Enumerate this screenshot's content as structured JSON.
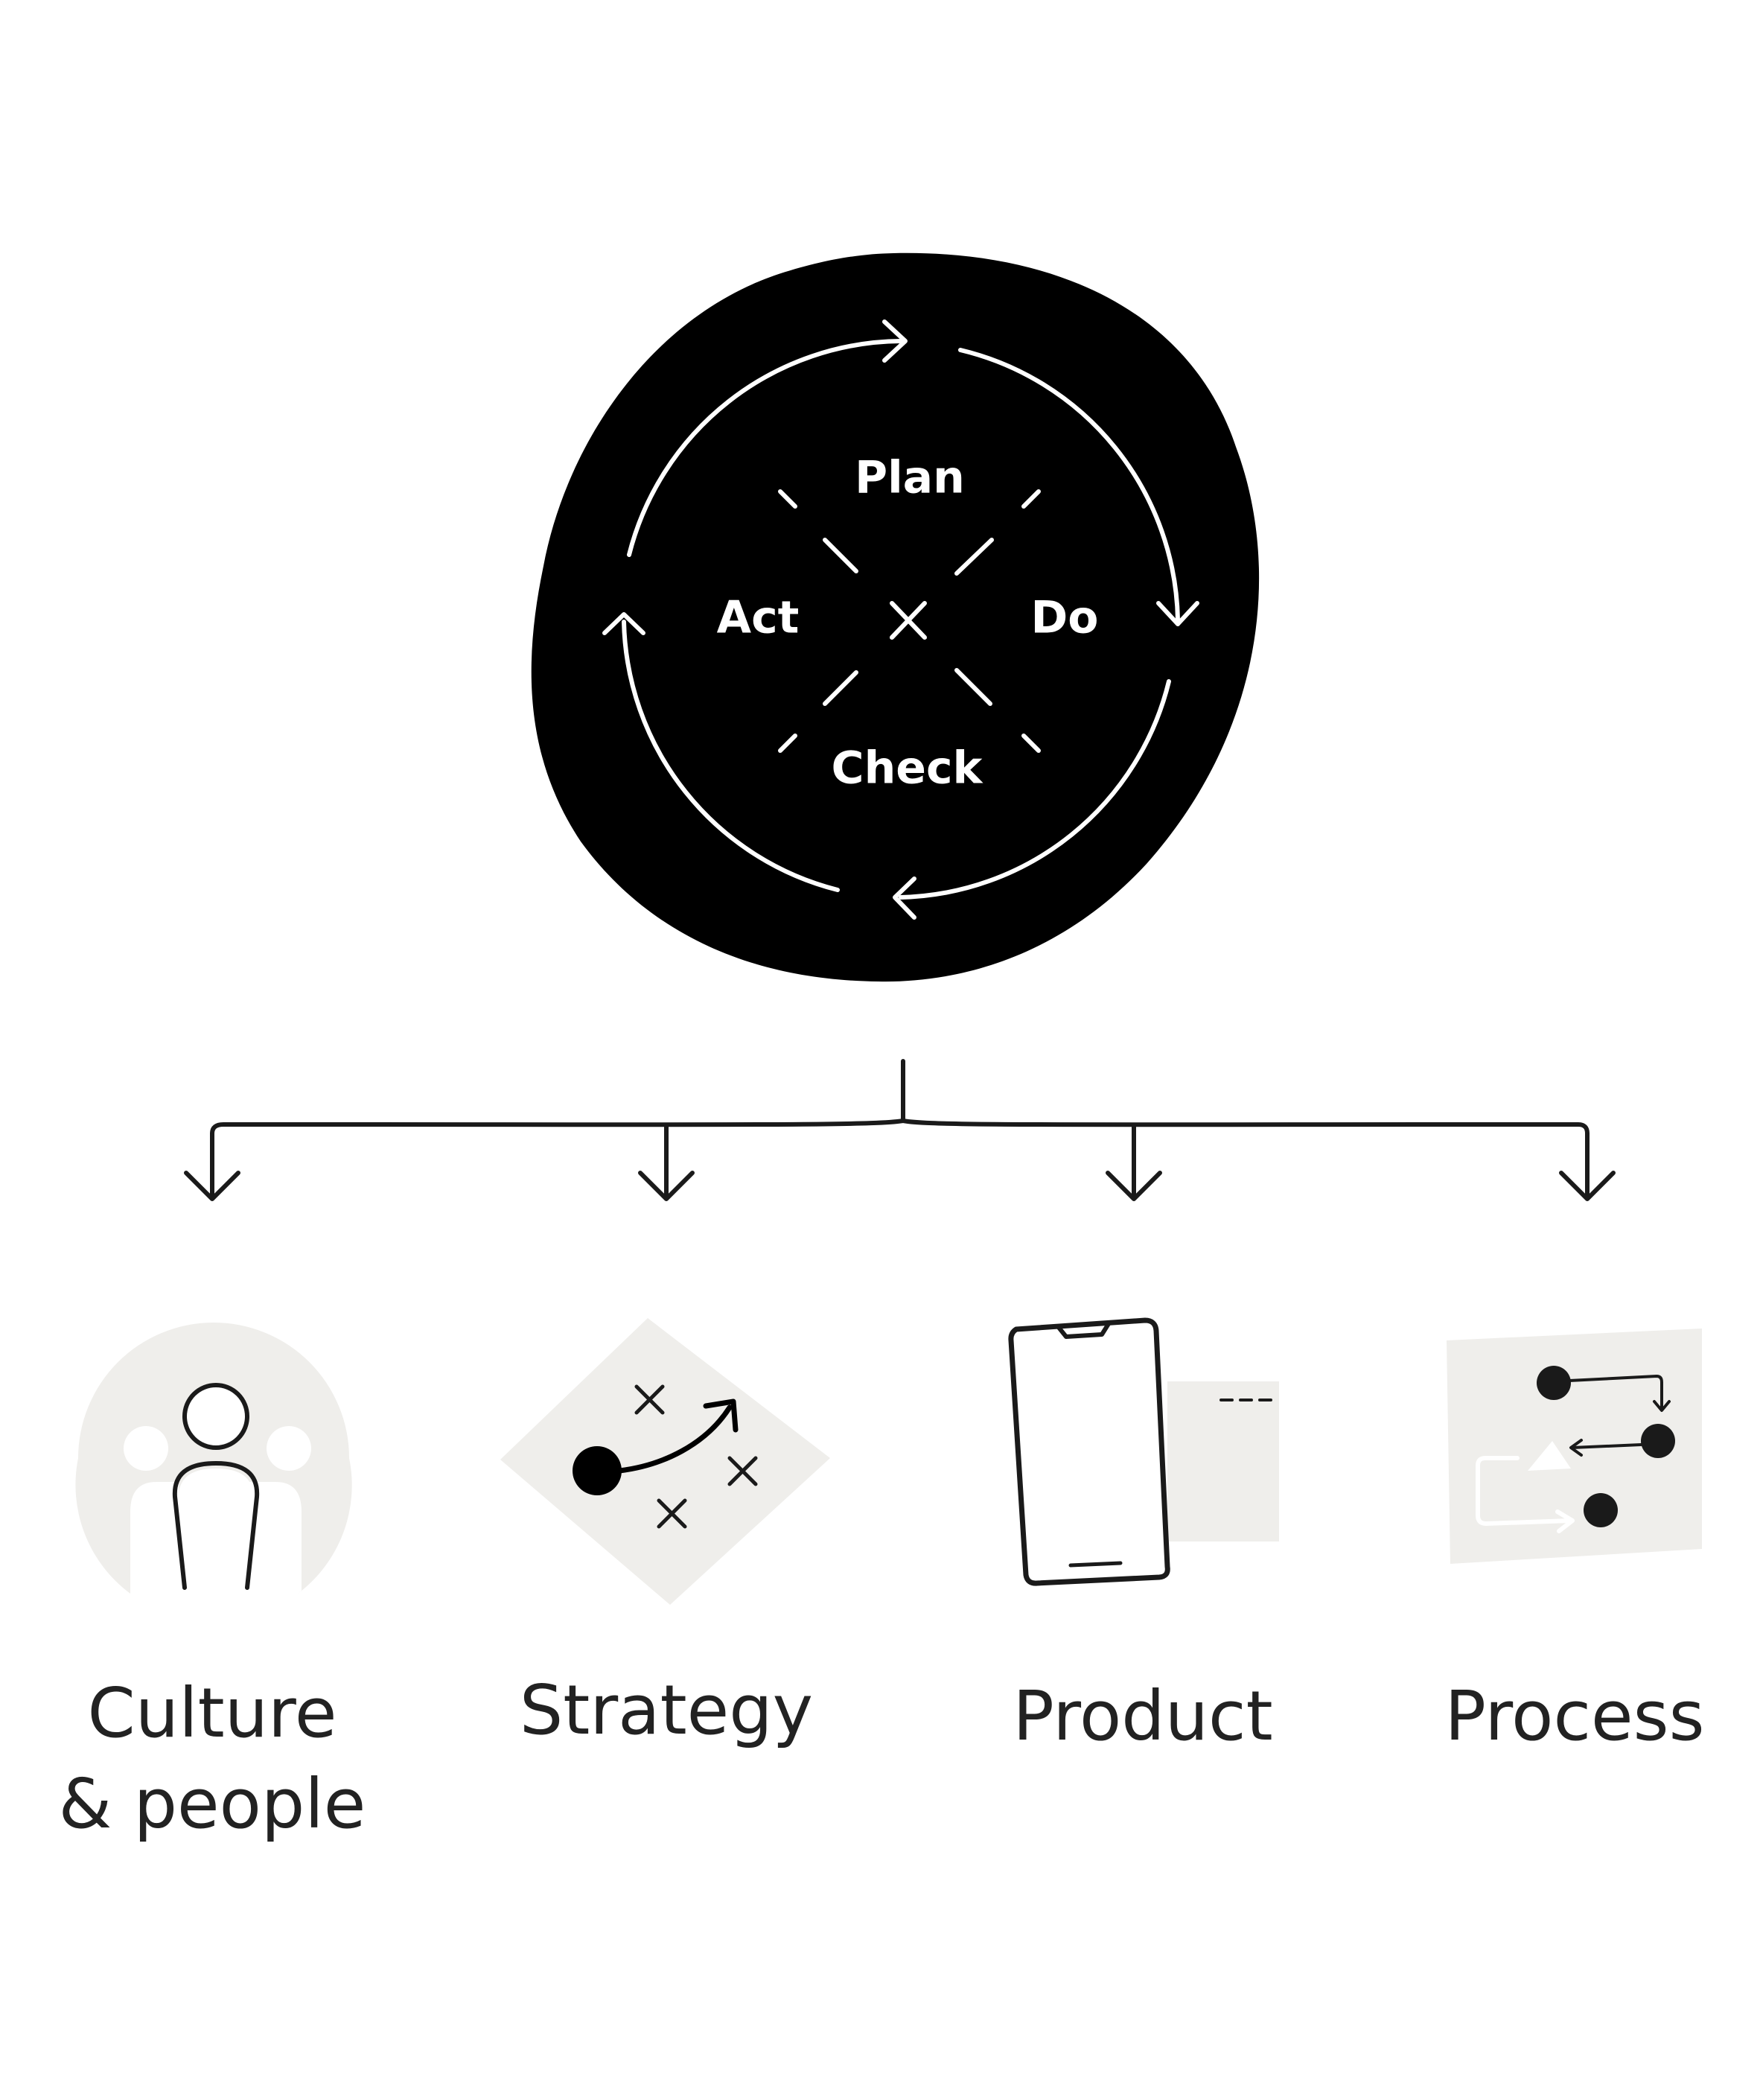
{
  "cycle": {
    "plan": "Plan",
    "do": "Do",
    "check": "Check",
    "act": "Act"
  },
  "categories": [
    {
      "line1": "Culture",
      "line2": "& people",
      "icon": "people-icon"
    },
    {
      "line1": "Strategy",
      "line2": "",
      "icon": "strategy-icon"
    },
    {
      "line1": "Product",
      "line2": "",
      "icon": "phone-icon"
    },
    {
      "line1": "Process",
      "line2": "",
      "icon": "process-flow-icon"
    }
  ],
  "colors": {
    "ink": "#000000",
    "text": "#222222",
    "panel": "#efeeeb",
    "white": "#ffffff"
  }
}
